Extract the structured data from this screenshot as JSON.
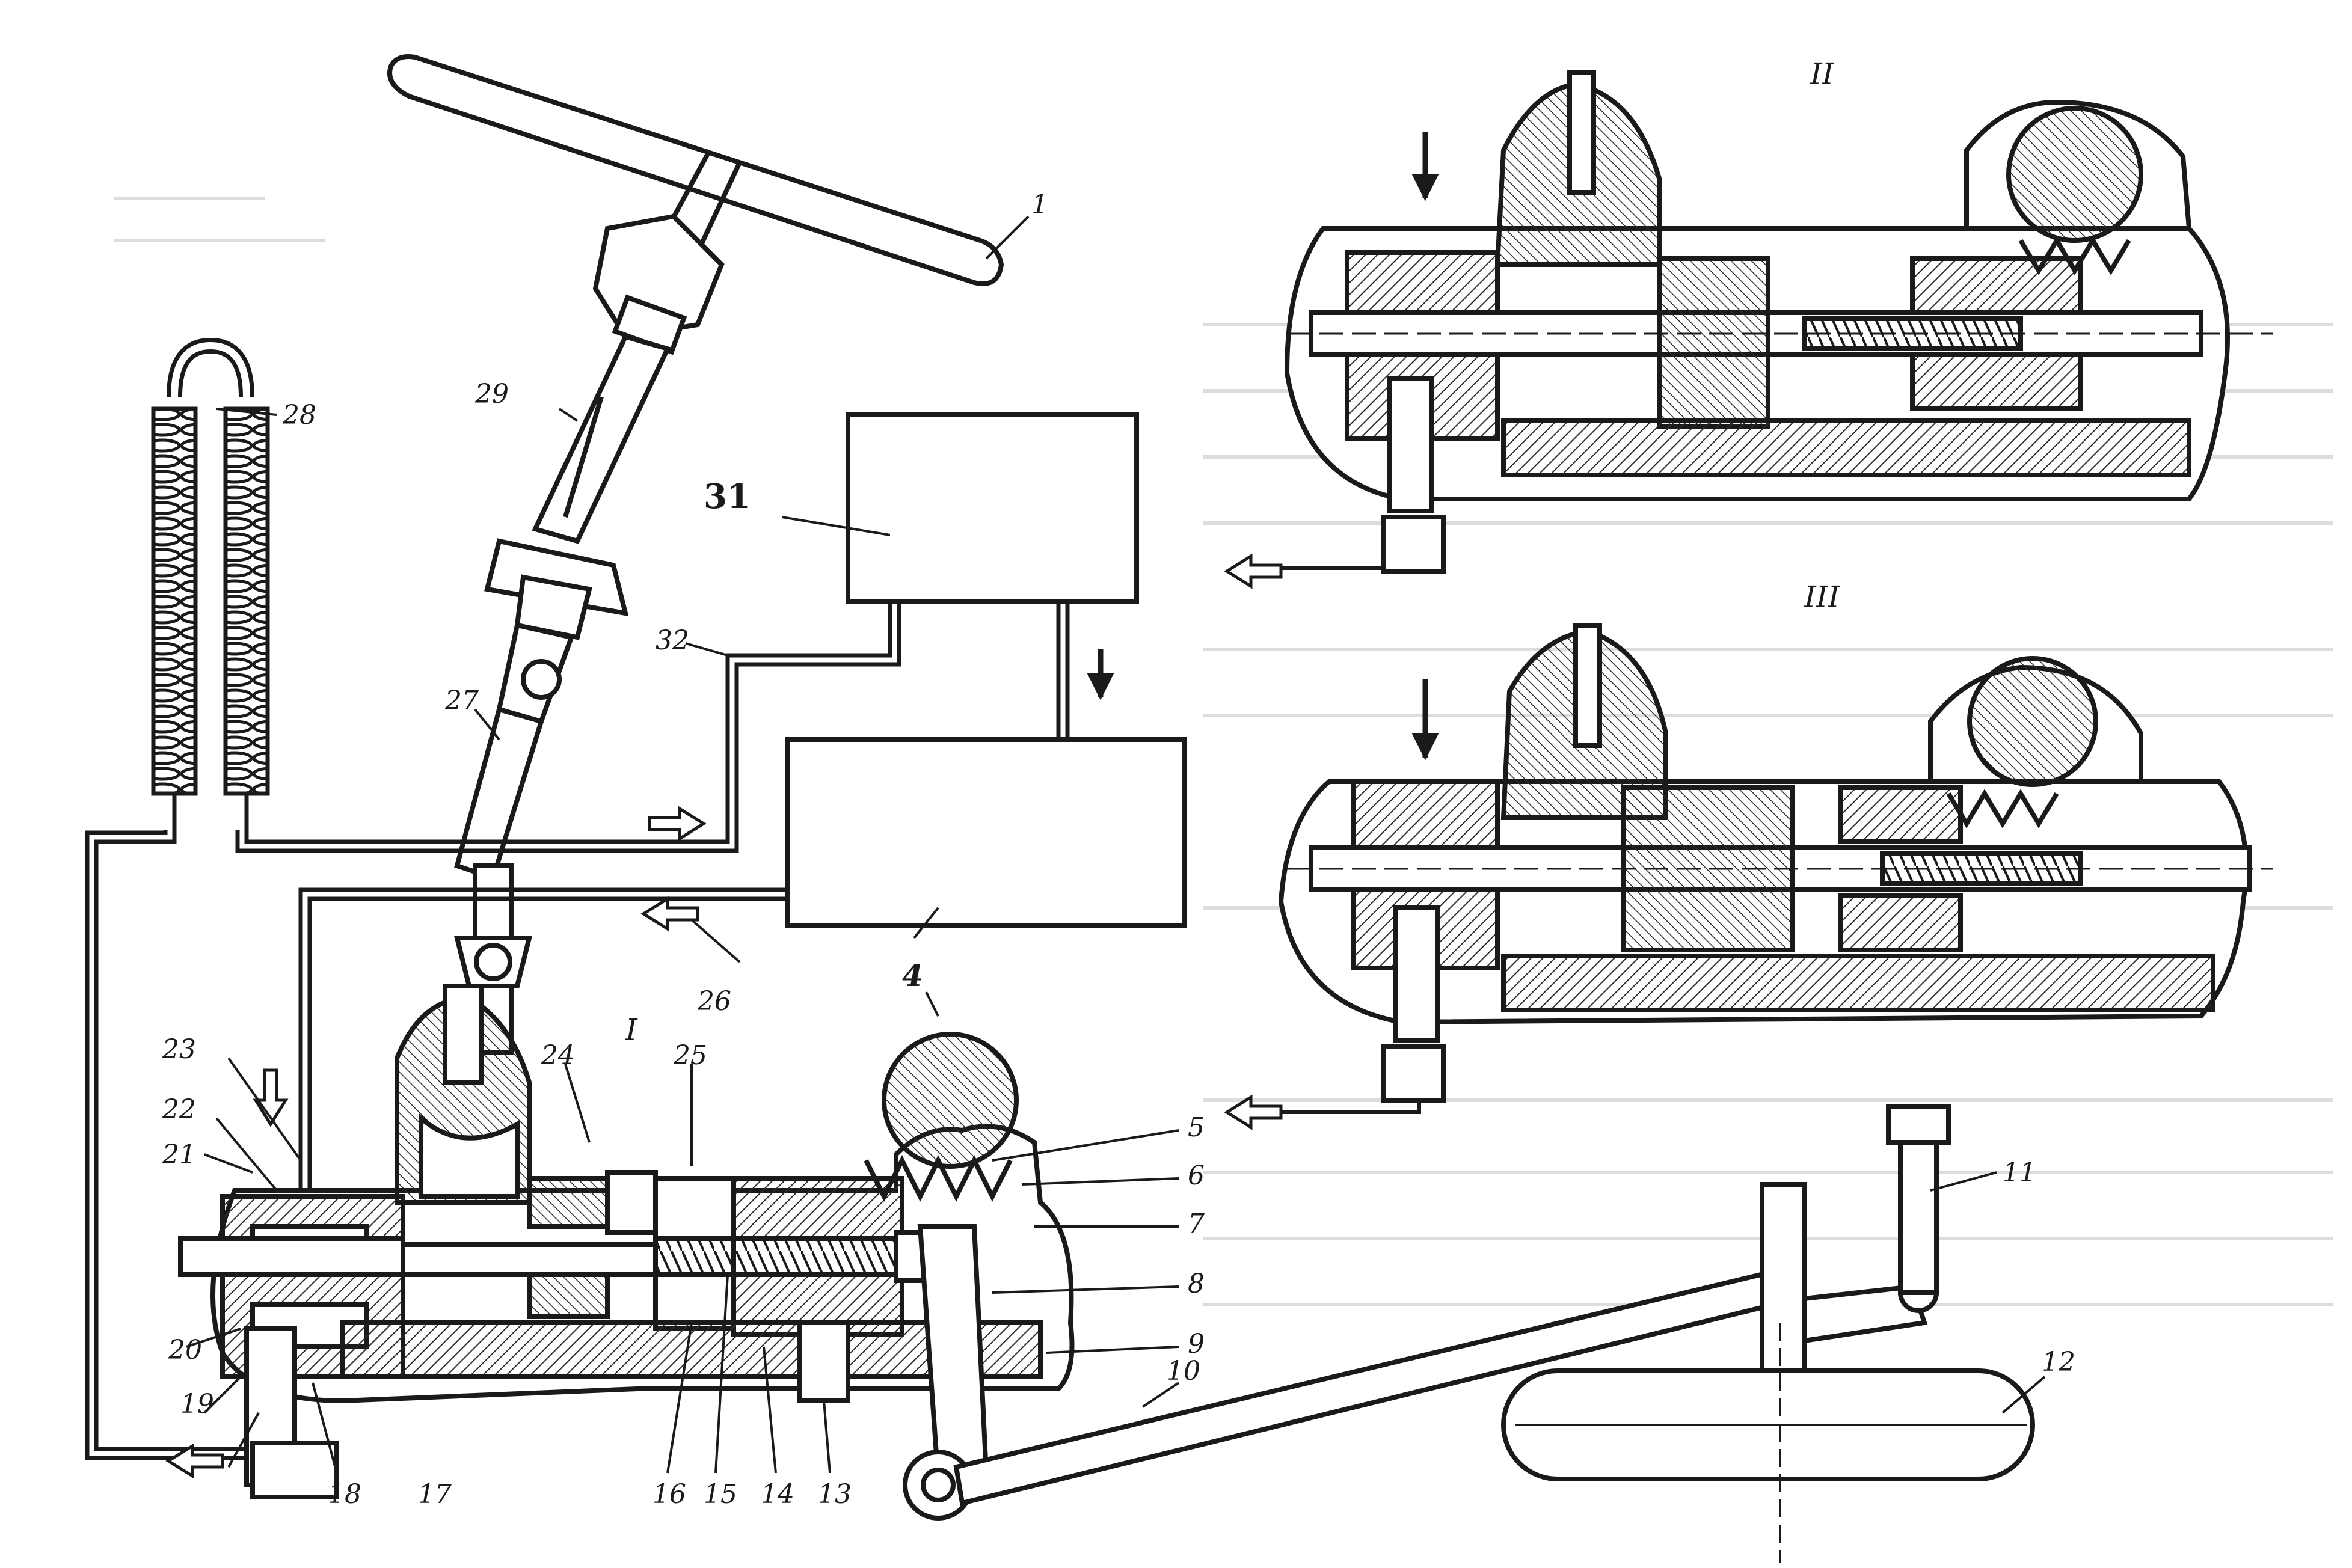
{
  "view_labels": {
    "main": "I",
    "top_right": "II",
    "mid_right": "III"
  },
  "part_numbers": [
    "1",
    "4",
    "5",
    "6",
    "7",
    "8",
    "9",
    "10",
    "11",
    "12",
    "13",
    "14",
    "15",
    "16",
    "17",
    "18",
    "19",
    "20",
    "21",
    "22",
    "23",
    "24",
    "25",
    "26",
    "27",
    "28",
    "29",
    "31",
    "32"
  ],
  "colors": {
    "line": "#1a1a1a",
    "hatch": "#2b2b2b",
    "paper": "#ffffff",
    "ghost_text": "#c8c8c8"
  },
  "icons": {
    "flow_arrow_hollow": "hollow-arrow-icon",
    "flow_arrow_solid": "solid-arrow-icon"
  }
}
